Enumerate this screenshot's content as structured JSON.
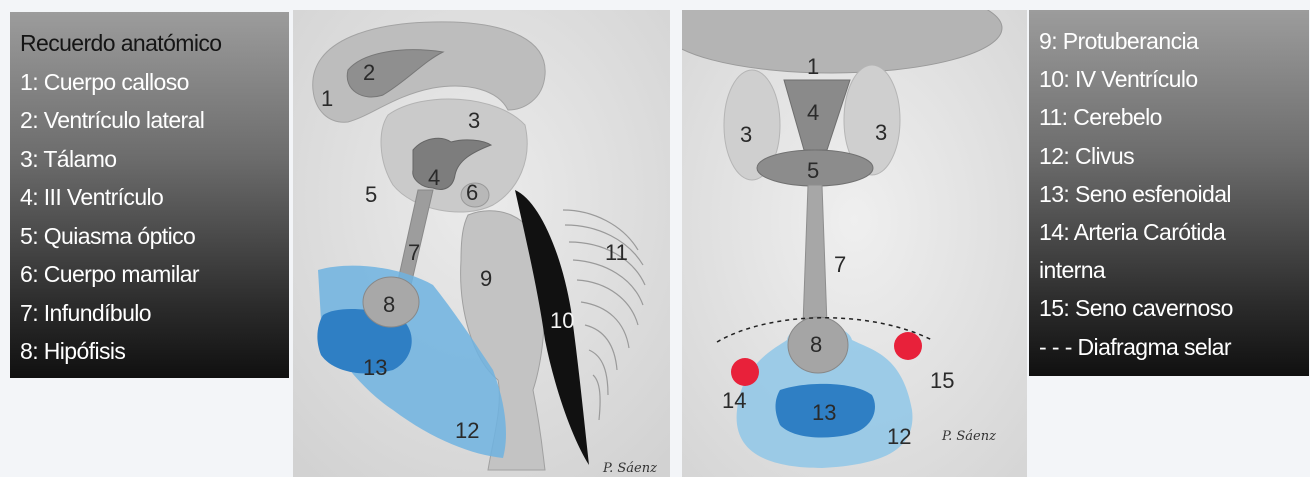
{
  "legend_left": {
    "heading": "Recuerdo anatómico",
    "items": [
      "1: Cuerpo calloso",
      "2: Ventrículo lateral",
      "3: Tálamo",
      "4: III Ventrículo",
      "5: Quiasma óptico",
      "6: Cuerpo mamilar",
      "7: Infundíbulo",
      "8: Hipófisis"
    ]
  },
  "legend_right": {
    "items": [
      "9: Protuberancia",
      "10: IV Ventrículo",
      "11: Cerebelo",
      "12: Clivus",
      "13: Seno esfenoidal",
      "14: Arteria Carótida",
      "interna",
      "15: Seno cavernoso",
      "- - - Diafragma selar"
    ]
  },
  "sagittal_drawing": {
    "labels": [
      "1",
      "2",
      "3",
      "4",
      "5",
      "6",
      "7",
      "8",
      "9",
      "10",
      "11",
      "12",
      "13"
    ],
    "signature": "P. Sáenz"
  },
  "coronal_drawing": {
    "labels": [
      "1",
      "4",
      "3",
      "3",
      "5",
      "7",
      "8",
      "13",
      "12",
      "14",
      "15"
    ],
    "signature": "P. Sáenz"
  },
  "colors": {
    "legend_text": "#ffffff",
    "sphenoid_sinus": "#3d8fd0",
    "clivus": "#6fb3e0",
    "carotid": "#e8213a",
    "fourth_ventricle": "#111111"
  }
}
